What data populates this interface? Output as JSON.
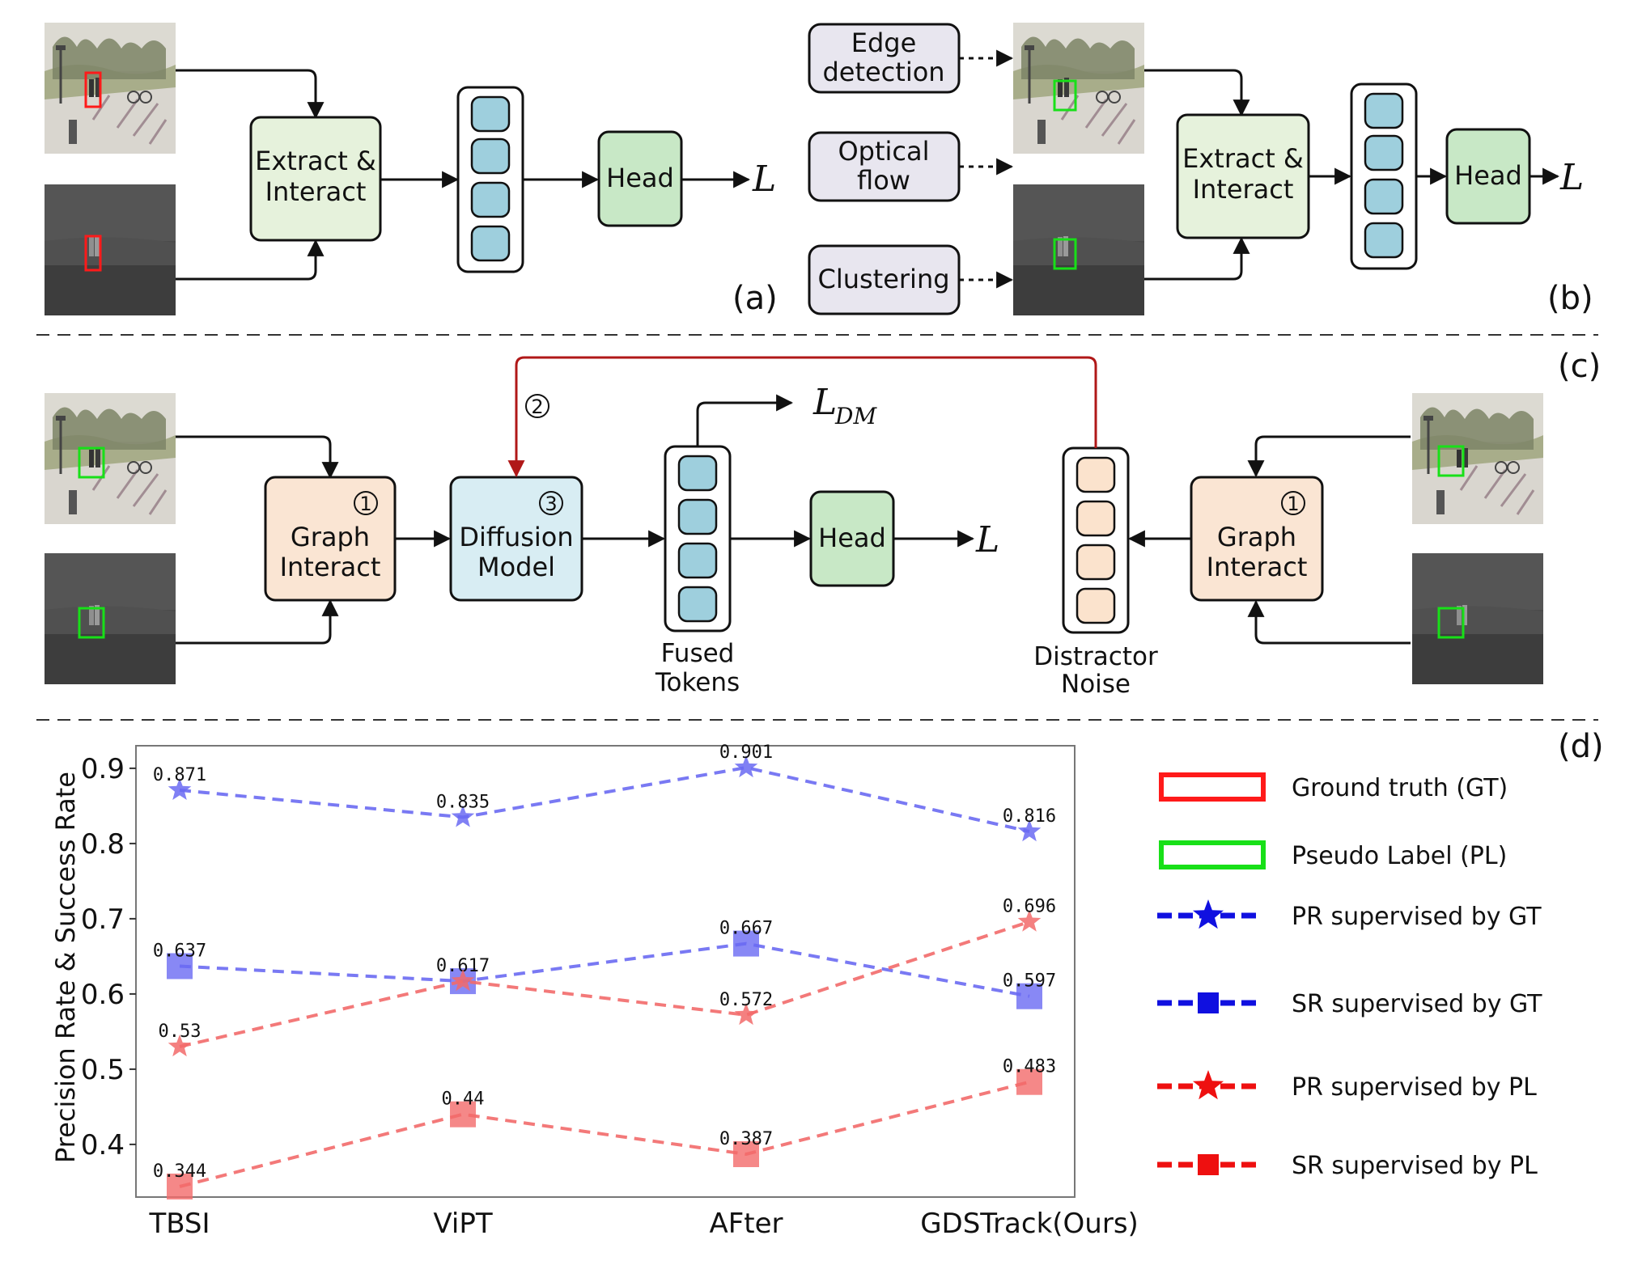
{
  "panels": {
    "a": {
      "label": "(a)",
      "extract_box": [
        "Extract &",
        "Interact"
      ],
      "head": "Head",
      "loss": "L"
    },
    "b": {
      "label": "(b)",
      "aux_boxes": [
        [
          "Edge",
          "detection"
        ],
        [
          "Optical",
          "flow"
        ],
        [
          "Clustering"
        ]
      ],
      "extract_box": [
        "Extract &",
        "Interact"
      ],
      "head": "Head",
      "loss": "L"
    },
    "c": {
      "label": "(c)",
      "graph_interact": [
        "Graph",
        "Interact"
      ],
      "diffusion": [
        "Diffusion",
        "Model"
      ],
      "head": "Head",
      "loss": "L",
      "loss_dm_main": "L",
      "loss_dm_sub": "DM",
      "fused_caption": [
        "Fused",
        "Tokens"
      ],
      "noise_caption": [
        "Distractor",
        "Noise"
      ],
      "step_marks": [
        "1",
        "2",
        "3"
      ]
    },
    "d": {
      "label": "(d)"
    }
  },
  "colors": {
    "gt": "#ff1a1a",
    "pl": "#18e018",
    "token_blue": "#9ecfdd",
    "token_peach": "#fbe3cd",
    "box_green": "#e6f2dc",
    "head_green": "#c8e8c6",
    "box_gray": "#e8e6ef",
    "box_peach": "#fae5d3",
    "box_blue": "#d8edf3",
    "red_arrow": "#b01818",
    "blue_series": "#6a6af2",
    "red_series": "#f26a6a"
  },
  "chart_data": {
    "type": "line",
    "ylabel": "Precision Rate & Success Rate",
    "xlabel": "",
    "categories": [
      "TBSI",
      "ViPT",
      "AFter",
      "GDSTrack(Ours)"
    ],
    "yticks": [
      "0.4",
      "0.5",
      "0.6",
      "0.7",
      "0.8",
      "0.9"
    ],
    "ylim": [
      0.33,
      0.93
    ],
    "grid": false,
    "legend_position": "right",
    "series": [
      {
        "name": "PR supervised by GT",
        "marker": "star",
        "color": "blue",
        "values": [
          0.871,
          0.835,
          0.901,
          0.816
        ],
        "labels": [
          "0.871",
          "0.835",
          "0.901",
          "0.816"
        ]
      },
      {
        "name": "SR supervised by GT",
        "marker": "square",
        "color": "blue",
        "values": [
          0.637,
          0.617,
          0.667,
          0.597
        ],
        "labels": [
          "0.637",
          "0.617",
          "0.667",
          "0.597"
        ]
      },
      {
        "name": "PR supervised by PL",
        "marker": "star",
        "color": "red",
        "values": [
          0.53,
          0.617,
          0.572,
          0.696
        ],
        "labels": [
          "0.53",
          "",
          "0.572",
          "0.696"
        ]
      },
      {
        "name": "SR supervised by PL",
        "marker": "square",
        "color": "red",
        "values": [
          0.344,
          0.44,
          0.387,
          0.483
        ],
        "labels": [
          "0.344",
          "0.44",
          "0.387",
          "0.483"
        ]
      }
    ]
  },
  "legend": {
    "gt_box": "Ground truth (GT)",
    "pl_box": "Pseudo Label (PL)"
  }
}
